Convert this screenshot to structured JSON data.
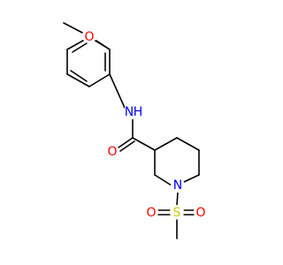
{
  "colors": {
    "bond": "#000000",
    "O": "#ff0000",
    "N": "#0000ff",
    "S": "#cccc00",
    "background": "#ffffff"
  },
  "atoms": {
    "o_methoxy": "O",
    "n_amide": "N",
    "h_amide": "H",
    "o_carbonyl": "O",
    "n_ring": "N",
    "s_sulfonyl": "S",
    "o_sulfonyl_left": "O",
    "o_sulfonyl_right": "O"
  }
}
